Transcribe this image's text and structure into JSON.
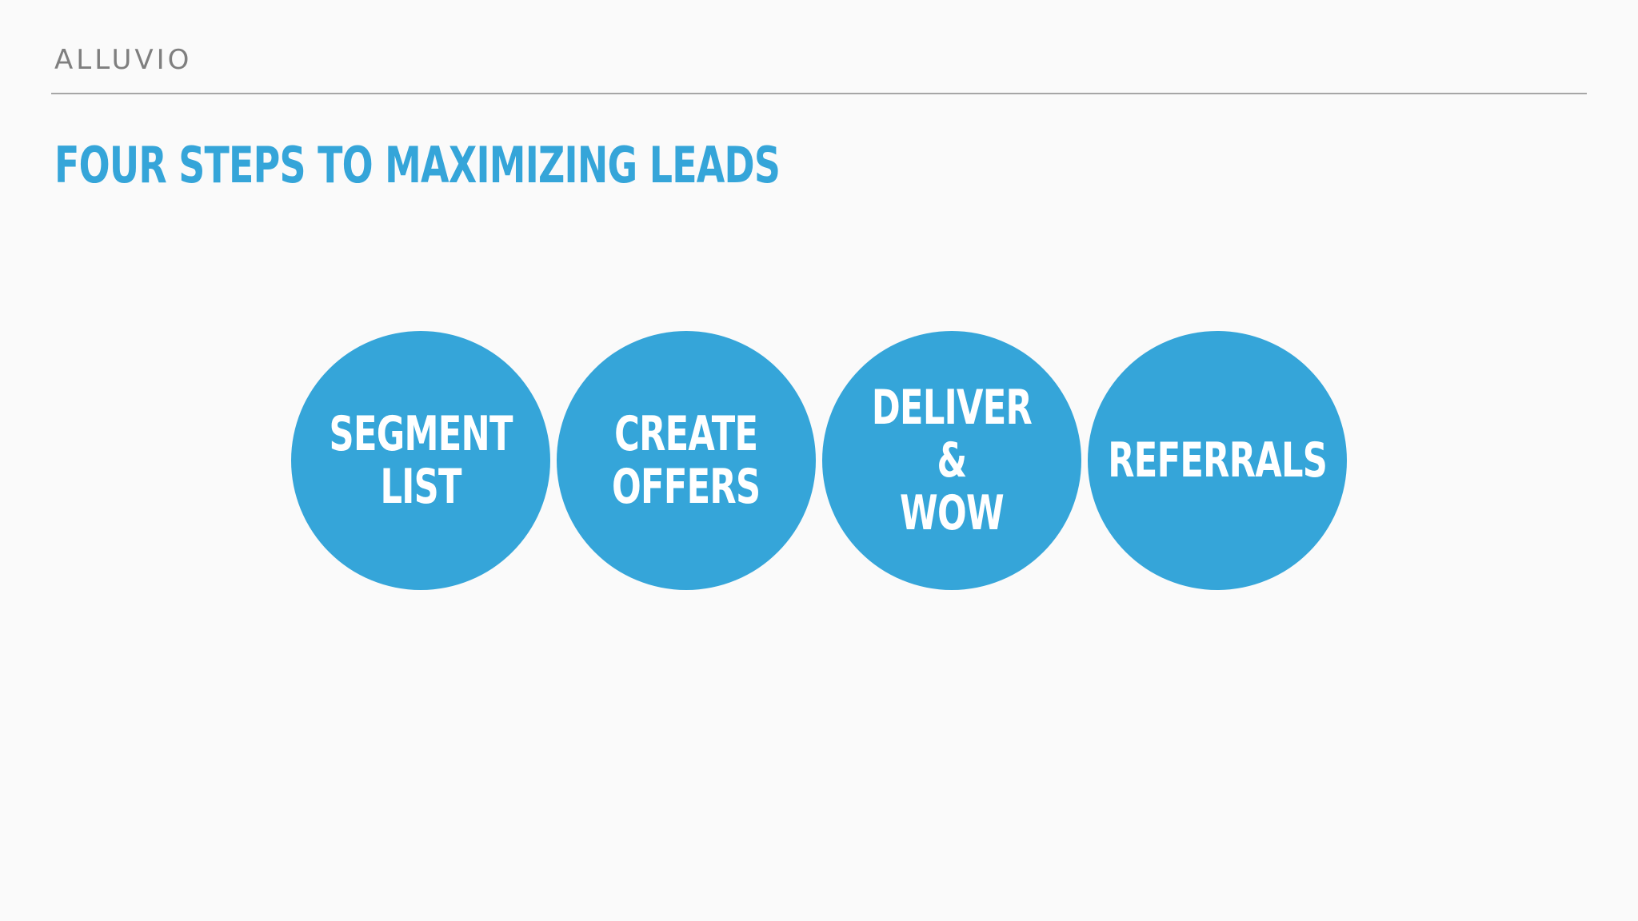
{
  "header": {
    "brand": "ALLUVIO"
  },
  "slide": {
    "title": "FOUR STEPS TO MAXIMIZING LEADS"
  },
  "steps": [
    {
      "label": "SEGMENT\nLIST"
    },
    {
      "label": "CREATE\nOFFERS"
    },
    {
      "label": "DELIVER\n&\nWOW"
    },
    {
      "label": "REFERRALS"
    }
  ],
  "colors": {
    "accent": "#35a5d9",
    "brand_text": "#7f7f7f",
    "rule": "#a6a6a6",
    "background": "#fafafa",
    "step_text": "#ffffff"
  }
}
